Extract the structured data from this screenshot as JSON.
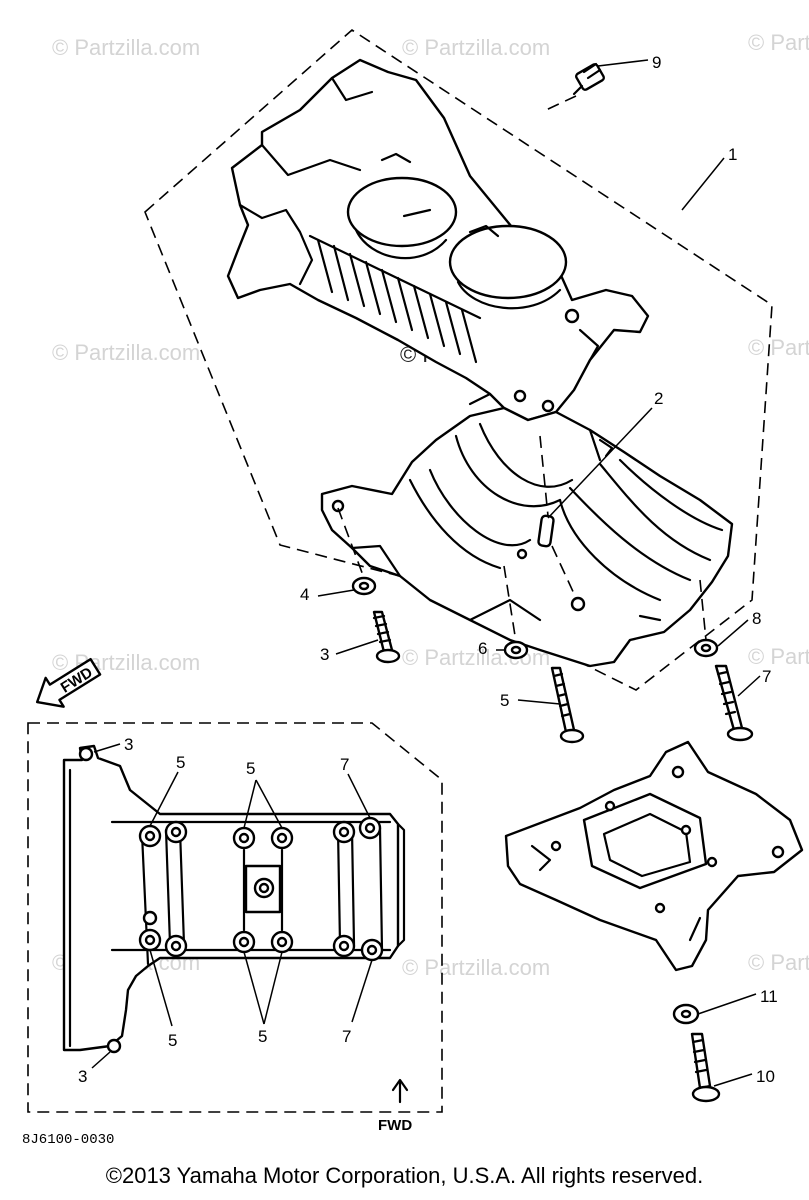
{
  "watermark": {
    "text": "© Partzilla.com",
    "center_text": "© Partzilla.com"
  },
  "callouts": {
    "c1": "1",
    "c2": "2",
    "c3": "3",
    "c4": "4",
    "c5": "5",
    "c6": "6",
    "c7": "7",
    "c8": "8",
    "c9": "9",
    "c10": "10",
    "c11": "11"
  },
  "inset_callouts": {
    "top_3": "3",
    "top_5a": "5",
    "top_5b": "5",
    "top_7": "7",
    "bot_5a": "5",
    "bot_5b": "5",
    "bot_7": "7",
    "bot_3": "3"
  },
  "fwd_arrow_label": "FWD",
  "fwd_inset_label": "FWD",
  "diagram_code": "8J6100-0030",
  "copyright": "©2013  Yamaha Motor Corporation, U.S.A. All rights reserved."
}
